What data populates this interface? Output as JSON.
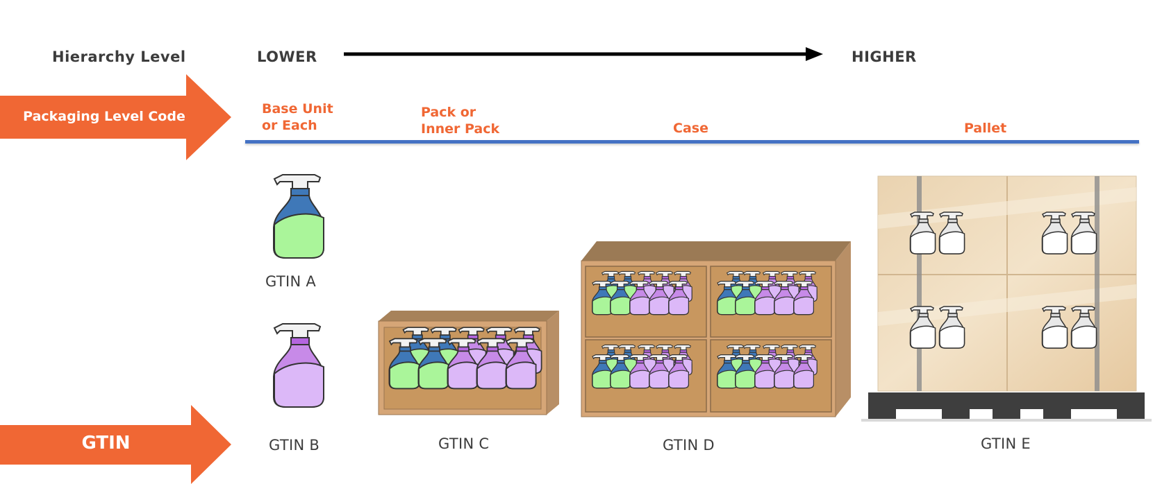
{
  "hierarchy": {
    "label": "Hierarchy Level",
    "lower": "LOWER",
    "higher": "HIGHER"
  },
  "packaging_arrow": {
    "label": "Packaging Level Code",
    "color": "#f06734"
  },
  "gtin_arrow": {
    "label": "GTIN",
    "color": "#f06734"
  },
  "levels": {
    "base_line1": "Base Unit",
    "base_line2": "or Each",
    "pack_line1": "Pack or",
    "pack_line2": "Inner Pack",
    "case": "Case",
    "pallet": "Pallet"
  },
  "gtins": {
    "a": "GTIN A",
    "b": "GTIN B",
    "c": "GTIN C",
    "d": "GTIN D",
    "e": "GTIN E"
  },
  "colors": {
    "accent": "#f06734",
    "divider": "#4472c4",
    "text": "#3c3c3c",
    "bottle_green": "#aaf59a",
    "bottle_purple": "#dcb8f8",
    "bottle_blue": "#3f78b8",
    "box": "#d6a677"
  }
}
